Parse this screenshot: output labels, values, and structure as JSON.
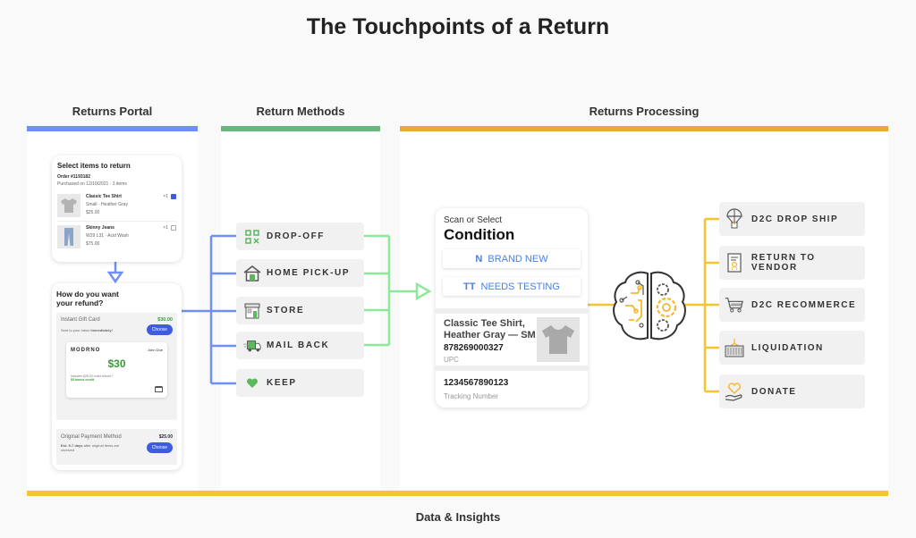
{
  "title": "The Touchpoints of a Return",
  "columns": {
    "portal": {
      "label": "Returns Portal",
      "color": "#6e8ff7"
    },
    "methods": {
      "label": "Return Methods",
      "color": "#68b77d"
    },
    "processing": {
      "label": "Returns Processing",
      "color": "#eaa936"
    }
  },
  "footer": {
    "label": "Data & Insights",
    "color": "#f5c531"
  },
  "portal": {
    "select_card": {
      "heading": "Select items to return",
      "order": "Order #1193182",
      "purchased": "Purchased on 12/10/2021 · 3 items",
      "items": [
        {
          "name": "Classic Tee Shirt",
          "variant": "Small · Heather Gray",
          "price": "$25.00",
          "qty": "×1",
          "checked": true
        },
        {
          "name": "Skinny Jeans",
          "variant": "W29 L31 · Acid Wash",
          "price": "$75.00",
          "qty": "×1",
          "checked": false
        }
      ]
    },
    "refund_card": {
      "heading_line1": "How do you want",
      "heading_line2": "your refund?",
      "gift_option": {
        "label": "Instant Gift Card",
        "amount": "$30.00",
        "sub_prefix": "Sent to your inbox ",
        "sub_bold": "immediately!",
        "button": "Choose",
        "gift_card": {
          "brand": "MODRNO",
          "holder": "John Doe",
          "value": "$30",
          "note": "Includes $25.00 order refund +",
          "bonus": "$5 bonus credit"
        }
      },
      "original_option": {
        "label": "Original Payment Method",
        "amount": "$25.00",
        "sub_bold": "Est. 5-7 days",
        "sub_rest": " after original items are received",
        "button": "Choose"
      }
    }
  },
  "methods": [
    {
      "label": "DROP-OFF",
      "icon": "qr-code-icon"
    },
    {
      "label": "HOME PICK-UP",
      "icon": "house-icon"
    },
    {
      "label": "STORE",
      "icon": "storefront-icon"
    },
    {
      "label": "MAIL BACK",
      "icon": "delivery-truck-icon"
    },
    {
      "label": "KEEP",
      "icon": "heart-icon"
    }
  ],
  "scanner": {
    "subtitle": "Scan or Select",
    "title": "Condition",
    "options": [
      {
        "code": "N",
        "label": "BRAND NEW"
      },
      {
        "code": "TT",
        "label": "NEEDS TESTING"
      }
    ],
    "product": {
      "name_line1": "Classic Tee Shirt,",
      "name_line2": "Heather Gray — SM",
      "upc": "878269000327",
      "upc_label": "UPC"
    },
    "tracking": {
      "number": "1234567890123",
      "label": "Tracking Number"
    }
  },
  "outcomes": [
    {
      "label": "D2C DROP SHIP",
      "icon": "parachute-package-icon"
    },
    {
      "label": "RETURN TO VENDOR",
      "icon": "certificate-document-icon"
    },
    {
      "label": "D2C RECOMMERCE",
      "icon": "shopping-cart-icon"
    },
    {
      "label": "LIQUIDATION",
      "icon": "shipping-container-icon"
    },
    {
      "label": "DONATE",
      "icon": "heart-hand-icon"
    }
  ]
}
